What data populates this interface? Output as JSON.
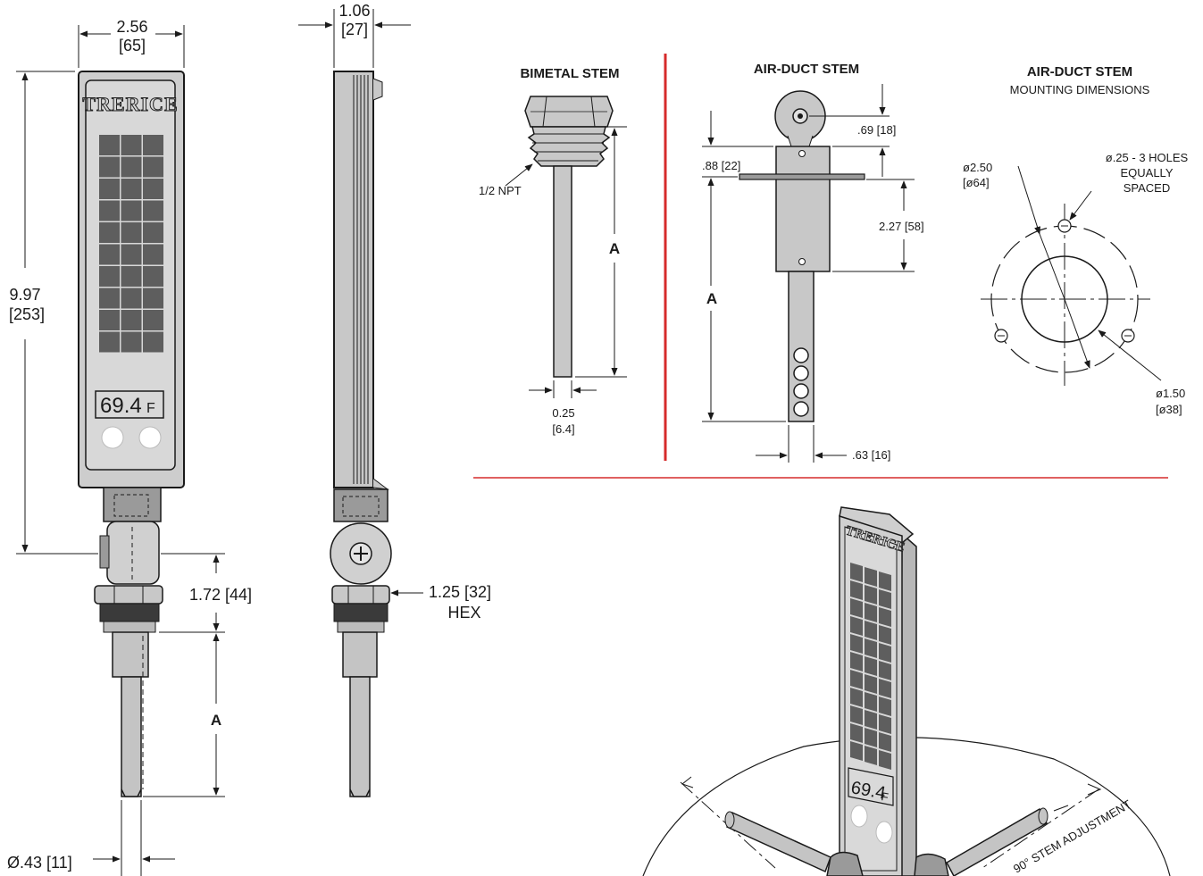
{
  "front_view": {
    "brand": "TRERICE",
    "reading": "69.4",
    "reading_unit": "F",
    "width_in": "2.56",
    "width_mm": "[65]",
    "height_in": "9.97",
    "height_mm": "[253]",
    "conn_length": "1.72 [44]",
    "stem_label": "A",
    "stem_dia": "Ø.43 [11]"
  },
  "side_view": {
    "depth_in": "1.06",
    "depth_mm": "[27]",
    "hex_size": "1.25 [32]",
    "hex_label": "HEX"
  },
  "bimetal": {
    "title": "BIMETAL STEM",
    "thread": "1/2 NPT",
    "length_label": "A",
    "dia_in": "0.25",
    "dia_mm": "[6.4]"
  },
  "airduct": {
    "title": "AIR-DUCT STEM",
    "dim_top": ".69 [18]",
    "dim_flange": ".88 [22]",
    "dim_plate": "2.27 [58]",
    "length_label": "A",
    "stem_width": ".63 [16]"
  },
  "mounting": {
    "title": "AIR-DUCT STEM",
    "subtitle": "MOUNTING DIMENSIONS",
    "outer_dia_in": "ø2.50",
    "outer_dia_mm": "[ø64]",
    "holes_line1": "ø.25 - 3 HOLES",
    "holes_line2": "EQUALLY",
    "holes_line3": "SPACED",
    "inner_dia_in": "ø1.50",
    "inner_dia_mm": "[ø38]"
  },
  "iso_view": {
    "brand": "TRERICE",
    "reading": "69.4",
    "reading_unit": "F",
    "adjustment": "90° STEM ADJUSTMENT"
  },
  "colors": {
    "accent_red": "#d62b2b",
    "body_gray": "#cdcdcd",
    "dark_gray": "#606060",
    "line": "#1a1a1a"
  }
}
